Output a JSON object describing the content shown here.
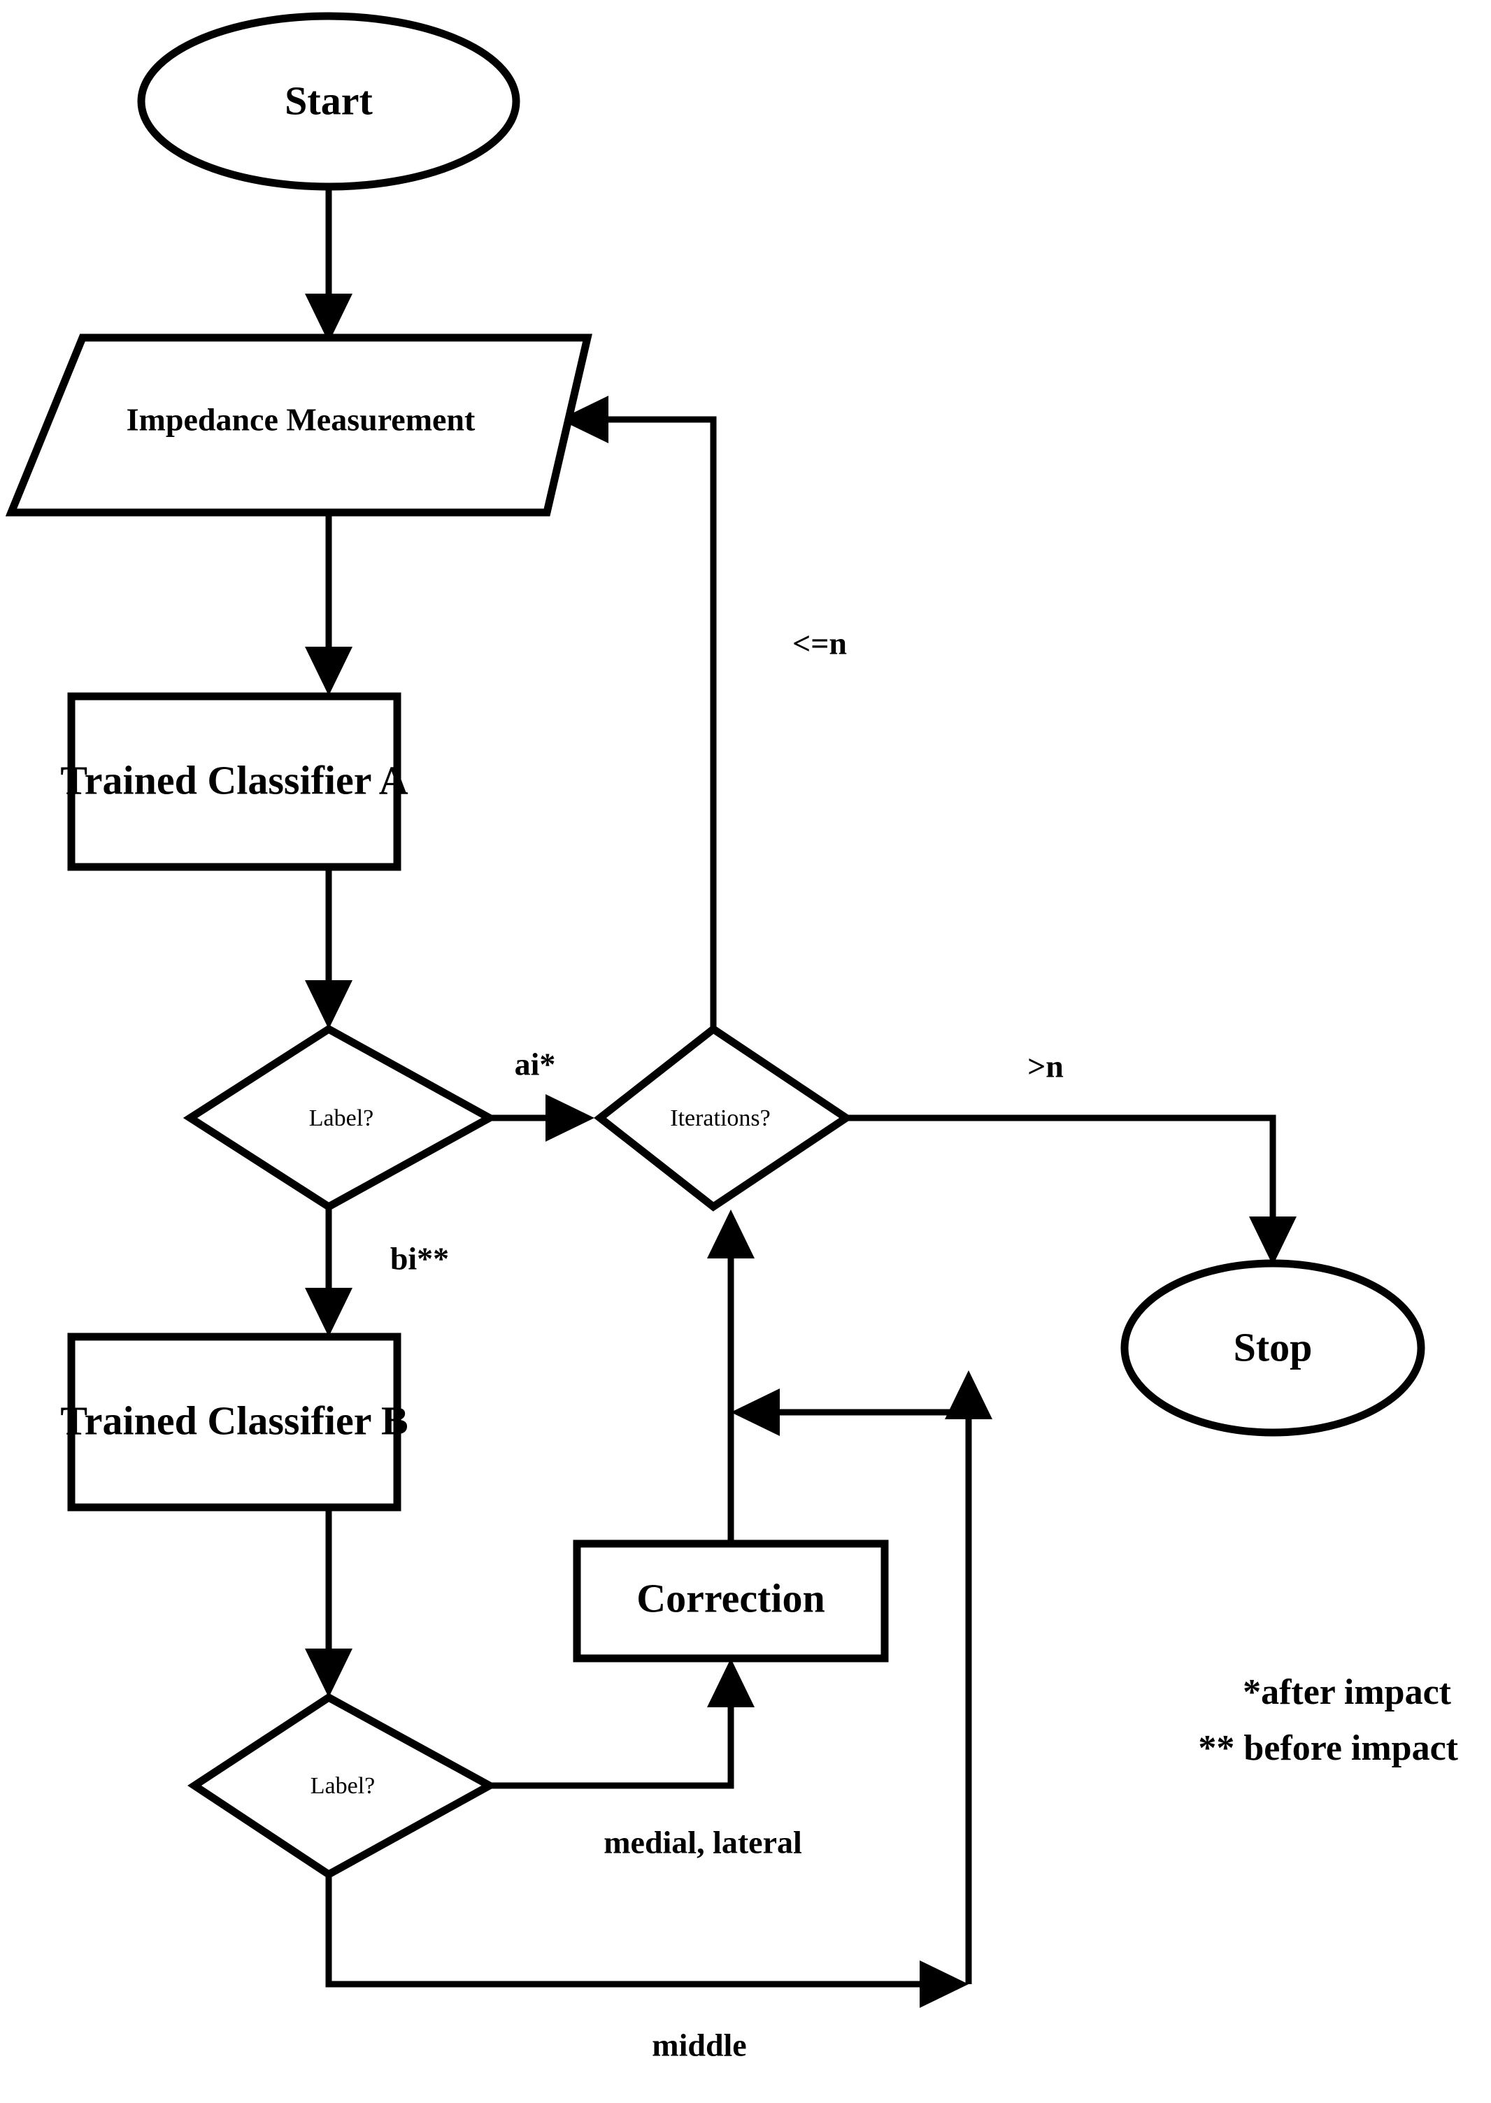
{
  "diagram": {
    "title": "Impedance measurement classification flowchart",
    "stroke_color": "#000000",
    "fill_color": "#ffffff",
    "background": "#ffffff"
  },
  "nodes": {
    "start": {
      "label": "Start",
      "shape": "ellipse"
    },
    "impedance": {
      "label": "Impedance Measurement",
      "shape": "parallelogram"
    },
    "classifier_a": {
      "label": "Trained Classifier A",
      "shape": "rectangle"
    },
    "label_a": {
      "label": "Label?",
      "shape": "diamond"
    },
    "iterations": {
      "label": "Iterations?",
      "shape": "diamond"
    },
    "classifier_b": {
      "label": "Trained Classifier B",
      "shape": "rectangle"
    },
    "label_b": {
      "label": "Label?",
      "shape": "diamond"
    },
    "correction": {
      "label": "Correction",
      "shape": "rectangle"
    },
    "stop": {
      "label": "Stop",
      "shape": "ellipse"
    }
  },
  "edge_labels": {
    "loop_back": "<=n",
    "ai": "ai*",
    "bi": "bi**",
    "gt_n": ">n",
    "medial_lateral": "medial, lateral",
    "middle": "middle"
  },
  "footnotes": {
    "line1": "*after impact",
    "line2": "** before impact"
  }
}
